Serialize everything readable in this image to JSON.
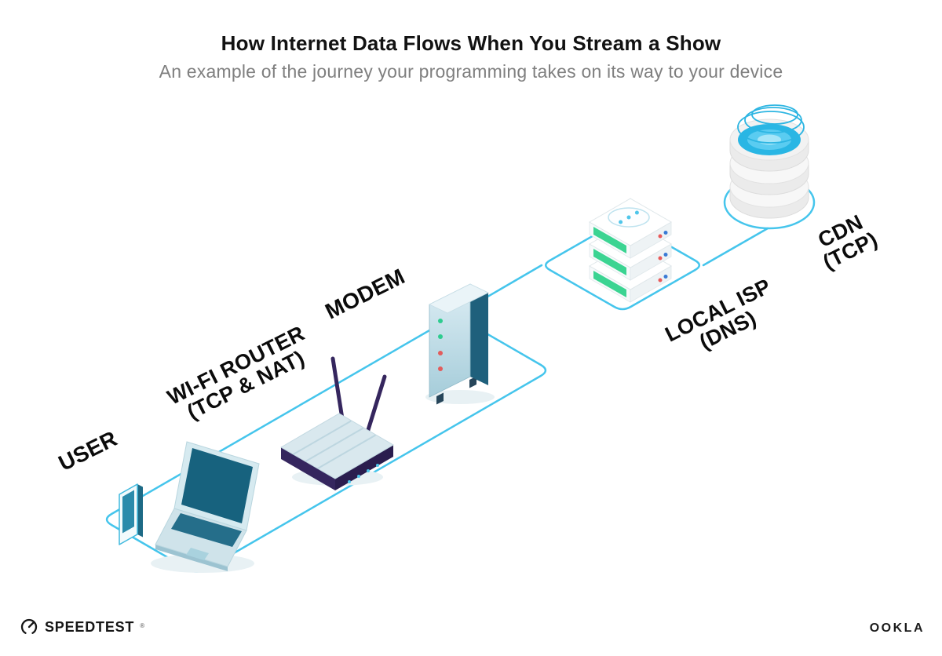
{
  "header": {
    "title": "How Internet Data Flows When You Stream a Show",
    "subtitle": "An example of the journey your programming takes on its way to your device"
  },
  "nodes": {
    "user": {
      "lines": [
        "USER"
      ]
    },
    "wifi_router": {
      "lines": [
        "WI-FI ROUTER",
        "(TCP & NAT)"
      ]
    },
    "modem": {
      "lines": [
        "MODEM"
      ]
    },
    "local_isp": {
      "lines": [
        "LOCAL ISP",
        "(DNS)"
      ]
    },
    "cdn": {
      "lines": [
        "CDN",
        "(TCP)"
      ]
    }
  },
  "footer": {
    "speedtest_label": "SPEEDTEST",
    "speedtest_mark": "®",
    "ookla_label": "OOKLA"
  },
  "colors": {
    "accent_cyan": "#45c5ec",
    "teal_dark": "#1d6a86",
    "router_purple": "#35265e",
    "server_green": "#3bd492",
    "water_cyan": "#29b6e4"
  }
}
